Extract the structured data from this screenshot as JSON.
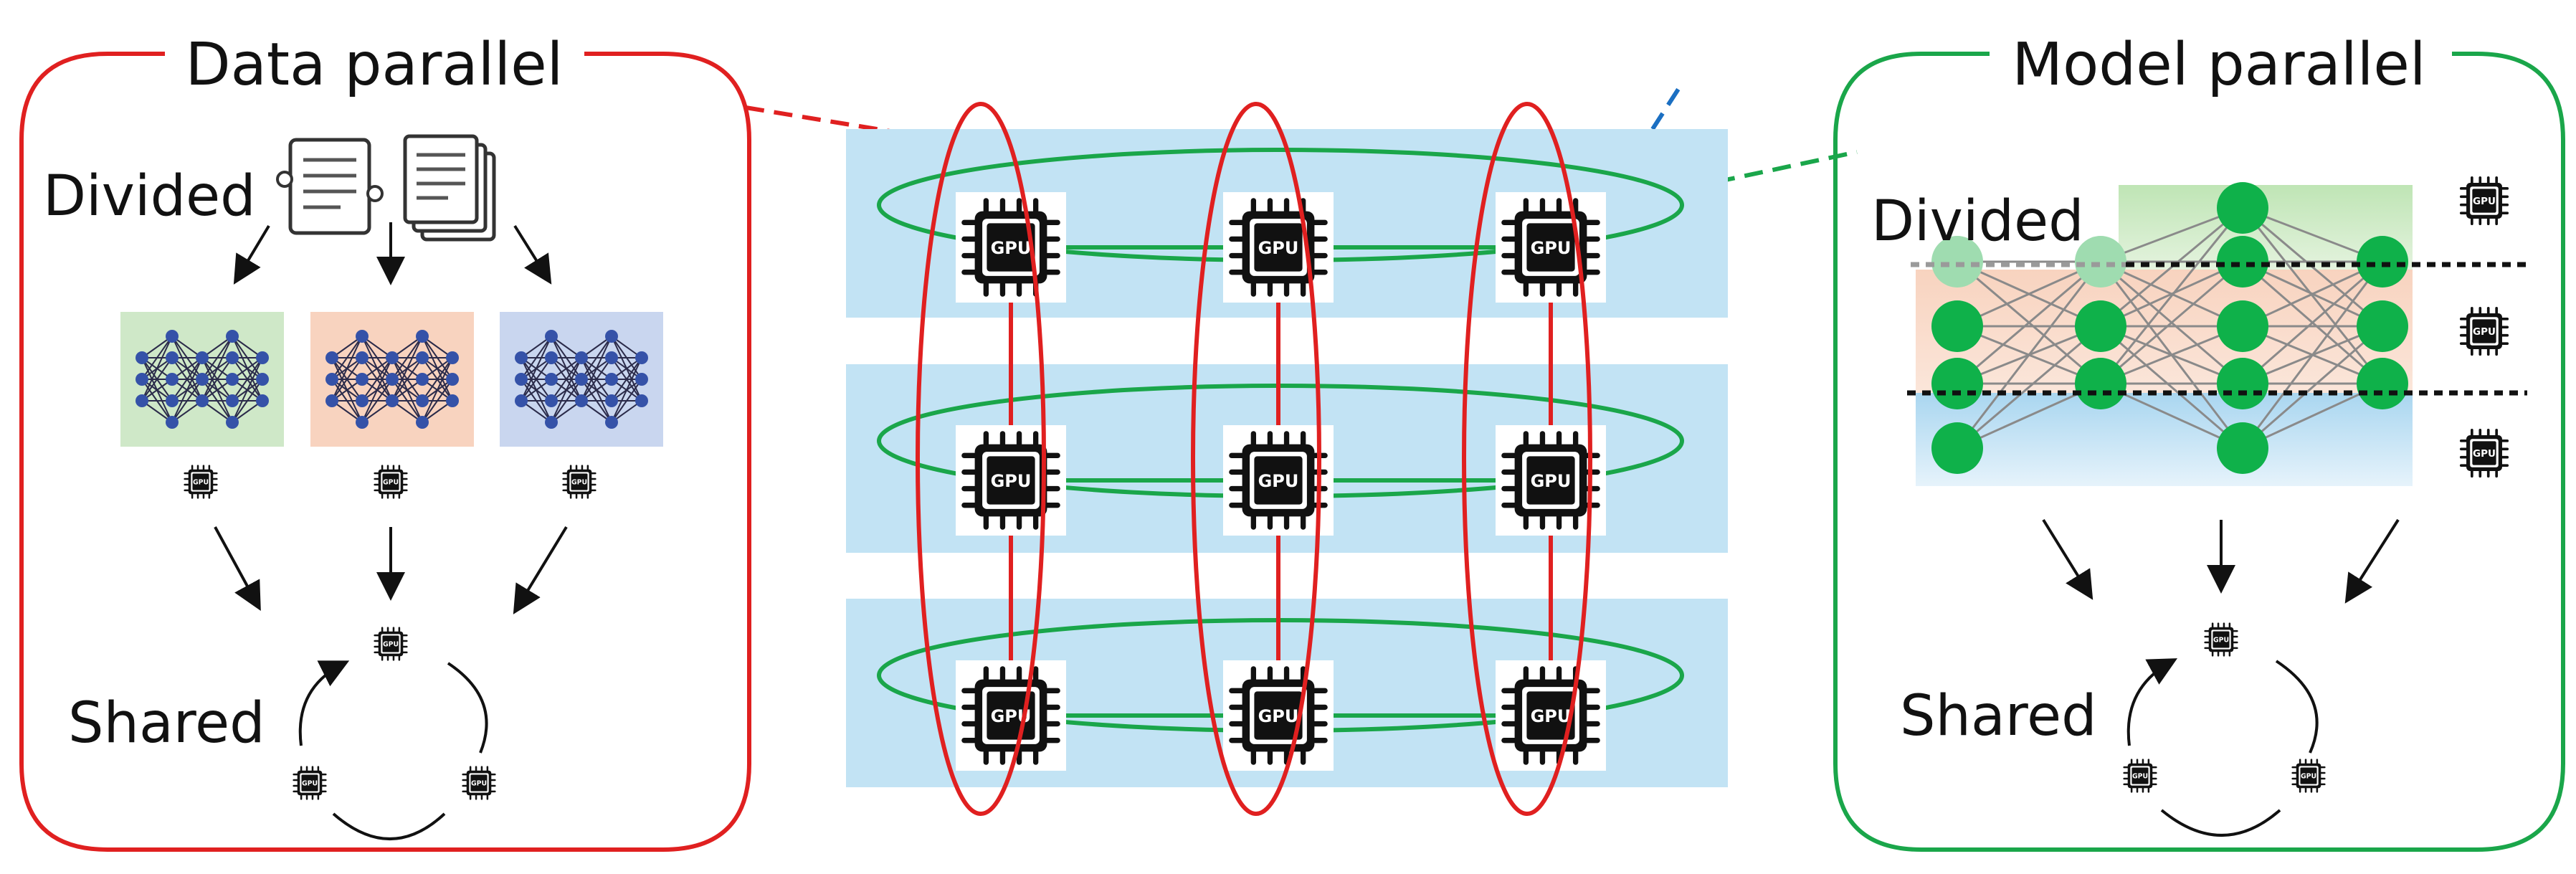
{
  "data_parallel": {
    "title": "Data parallel",
    "divided_label": "Divided",
    "shared_label": "Shared",
    "frame_color": "#e02020"
  },
  "model_parallel": {
    "title": "Model parallel",
    "divided_label": "Divided",
    "shared_label": "Shared",
    "frame_color": "#1aa64a"
  },
  "gpu_chip": {
    "label": "GPU"
  },
  "colors": {
    "red_ring": "#e02020",
    "green_ring": "#1aa64a",
    "blue_dash": "#1b6fc2",
    "panel_blue": "#c2e3f4",
    "node_green": "#0fb14a",
    "node_blue": "#3552a8",
    "nn_bg_green": "#cfe8c8",
    "nn_bg_orange": "#f8d3bf",
    "nn_bg_blue": "#c9d6ef"
  },
  "icons": [
    "gpu-chip-icon",
    "document-icon",
    "document-stack-icon",
    "neural-network-icon",
    "arrow-icon"
  ]
}
